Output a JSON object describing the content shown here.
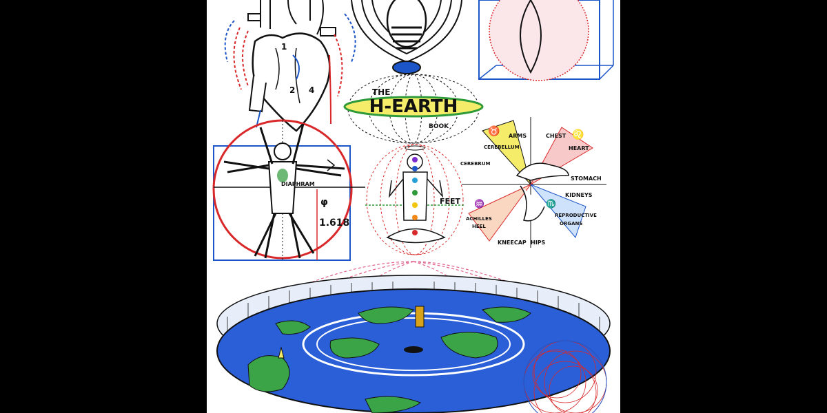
{
  "book": {
    "title_the": "THE",
    "title_main": "H-EARTH",
    "title_book": "BOOK"
  },
  "heart_numbers": [
    "1",
    "2",
    "4"
  ],
  "vitruvian": {
    "diaphragm": "DIAPHRAM",
    "phi_symbol": "φ",
    "phi_value": "1.618"
  },
  "meditator": {
    "feet": "FEET"
  },
  "zodiac": {
    "arms": "ARMS",
    "chest": "CHEST",
    "heart": "HEART",
    "cerebellum": "CEREBELLUM",
    "cerebrum": "CEREBRUM",
    "stomach": "STOMACH",
    "kidneys": "KIDNEYS",
    "reproductive_line1": "REPRODUCTIVE",
    "reproductive_line2": "ORGANS",
    "achilles_line1": "ACHILLES",
    "achilles_line2": "HEEL",
    "kneecap": "KNEECAP",
    "hips": "HIPS",
    "glyph_taurus": "♉",
    "glyph_leo": "♌",
    "glyph_scorpio": "♏",
    "glyph_aquarius": "♒"
  },
  "colors": {
    "ink": "#111111",
    "red": "#d9282a",
    "blue": "#1c55c8",
    "green": "#2f9a3a",
    "yellow": "#f5ec6a",
    "pink": "#e0608a",
    "ocean": "#2a5fd8",
    "land": "#3aa446",
    "background": "#000000"
  }
}
